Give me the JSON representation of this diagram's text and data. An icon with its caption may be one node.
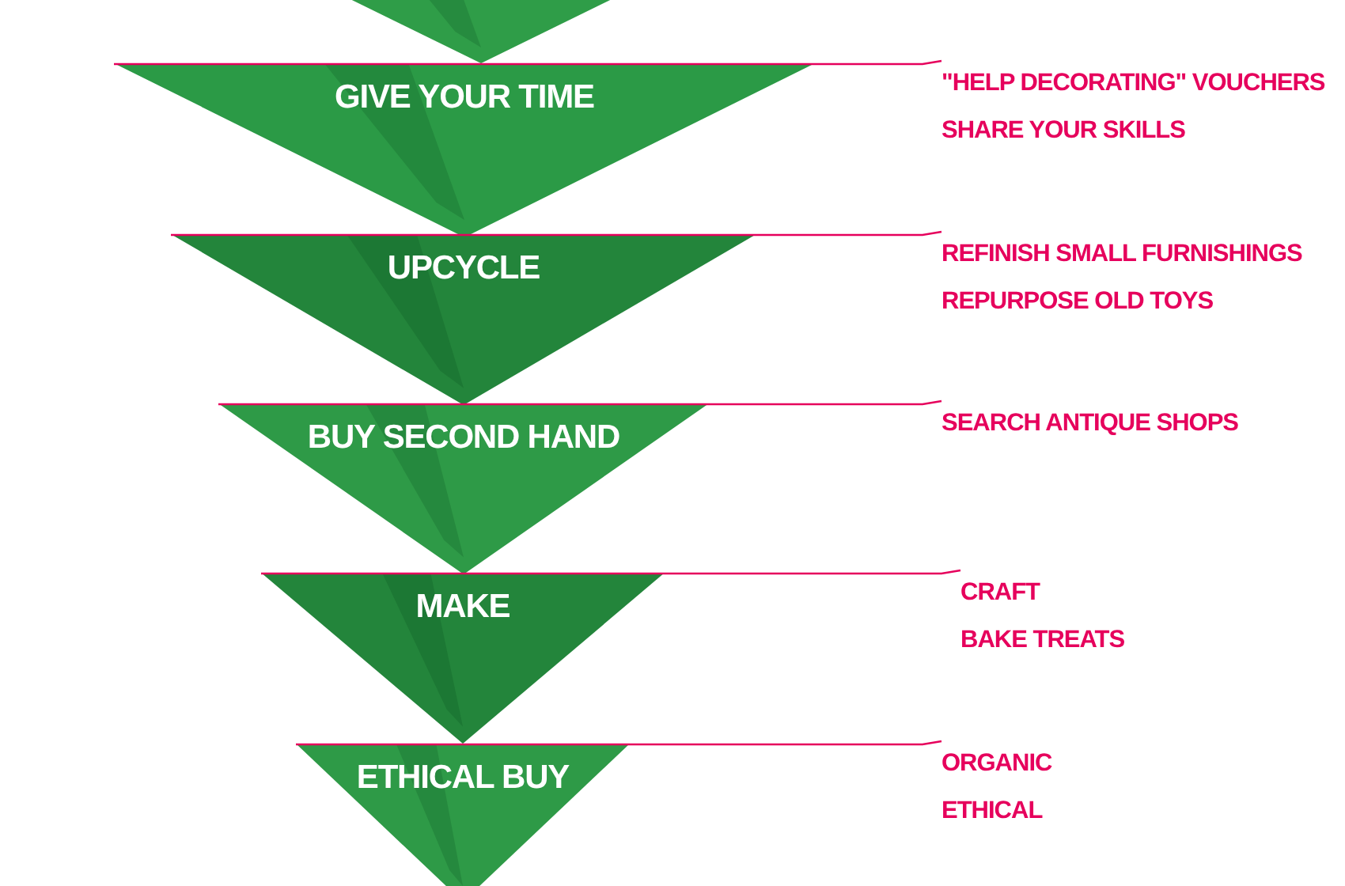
{
  "diagram": {
    "nodes": [
      {
        "text": [],
        "shape": "triangle"
      },
      {
        "text": [
          "GIVE YOUR TIME"
        ]
      },
      {
        "text": [
          "UPCYCLE"
        ]
      },
      {
        "text": [
          "BUY SECOND HAND"
        ]
      },
      {
        "text": [
          "MAKE"
        ]
      },
      {
        "text": [
          "ETHICAL BUY"
        ]
      },
      {
        "text": [
          "\"HELP DECORATING\" VOUCHERS",
          "SHARE YOUR SKILLS"
        ]
      },
      {
        "text": [
          "REFINISH SMALL FURNISHINGS",
          "REPURPOSE OLD TOYS"
        ]
      },
      {
        "text": [
          "SEARCH ANTIQUE SHOPS"
        ]
      },
      {
        "text": [
          "CRAFT",
          "BAKE TREATS"
        ]
      },
      {
        "text": [
          "ORGANIC",
          "ETHICAL"
        ]
      }
    ],
    "edges": [
      {
        "from": 6,
        "to": 1,
        "arrow": "none"
      },
      {
        "from": 7,
        "to": 2,
        "arrow": "none"
      },
      {
        "from": 8,
        "to": 3,
        "arrow": "none"
      },
      {
        "from": 9,
        "to": 4,
        "arrow": "none"
      },
      {
        "from": 10,
        "to": 5,
        "arrow": "none"
      }
    ]
  }
}
